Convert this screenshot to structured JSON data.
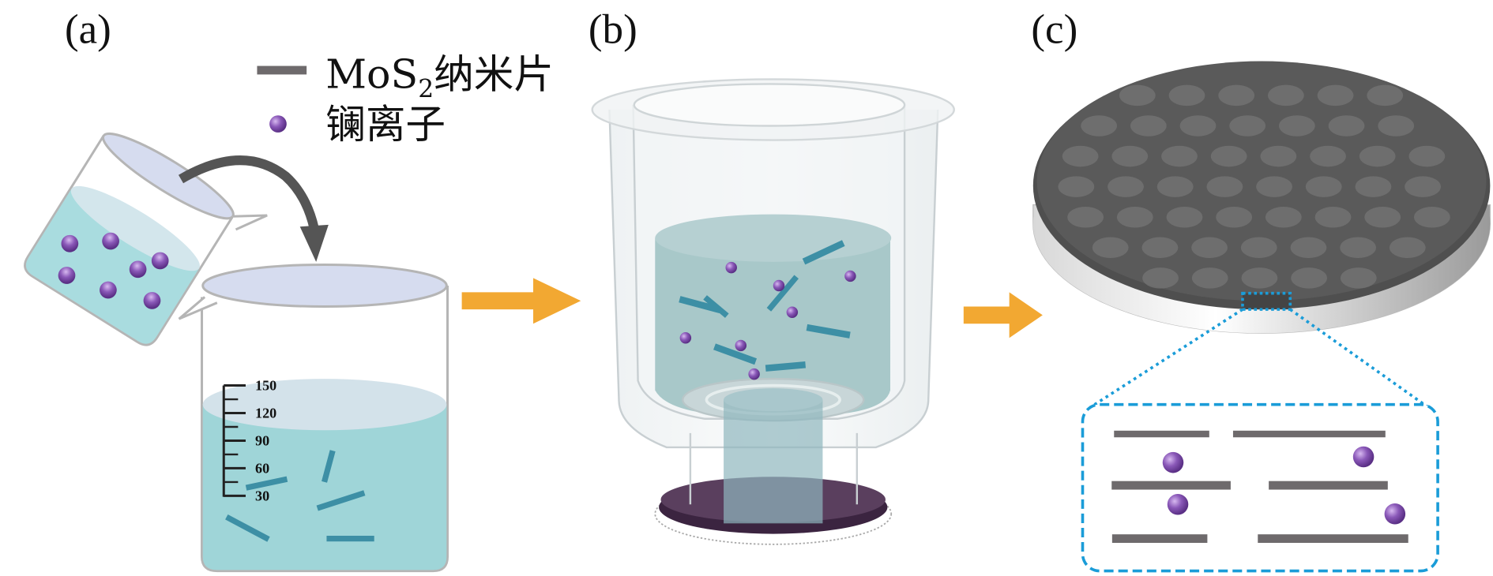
{
  "panels": {
    "a": {
      "label": "(a)"
    },
    "b": {
      "label": "(b)"
    },
    "c": {
      "label": "(c)"
    }
  },
  "legend": {
    "nanosheet": {
      "text_main": "MoS",
      "text_sub": "2",
      "text_rest": "纳米片"
    },
    "ion": {
      "text": "镧离子"
    }
  },
  "beaker_scale": [
    "150",
    "120",
    "90",
    "60",
    "30"
  ],
  "colors": {
    "nanosheet_legend": "#6e6a6c",
    "nanosheet_solution": "#3d8fa5",
    "ion": "#8a58b8",
    "liquid": "#9fd5d8",
    "arrow": "#f2a832",
    "membrane": "#555555",
    "zoom_border": "#1a9cd8"
  }
}
